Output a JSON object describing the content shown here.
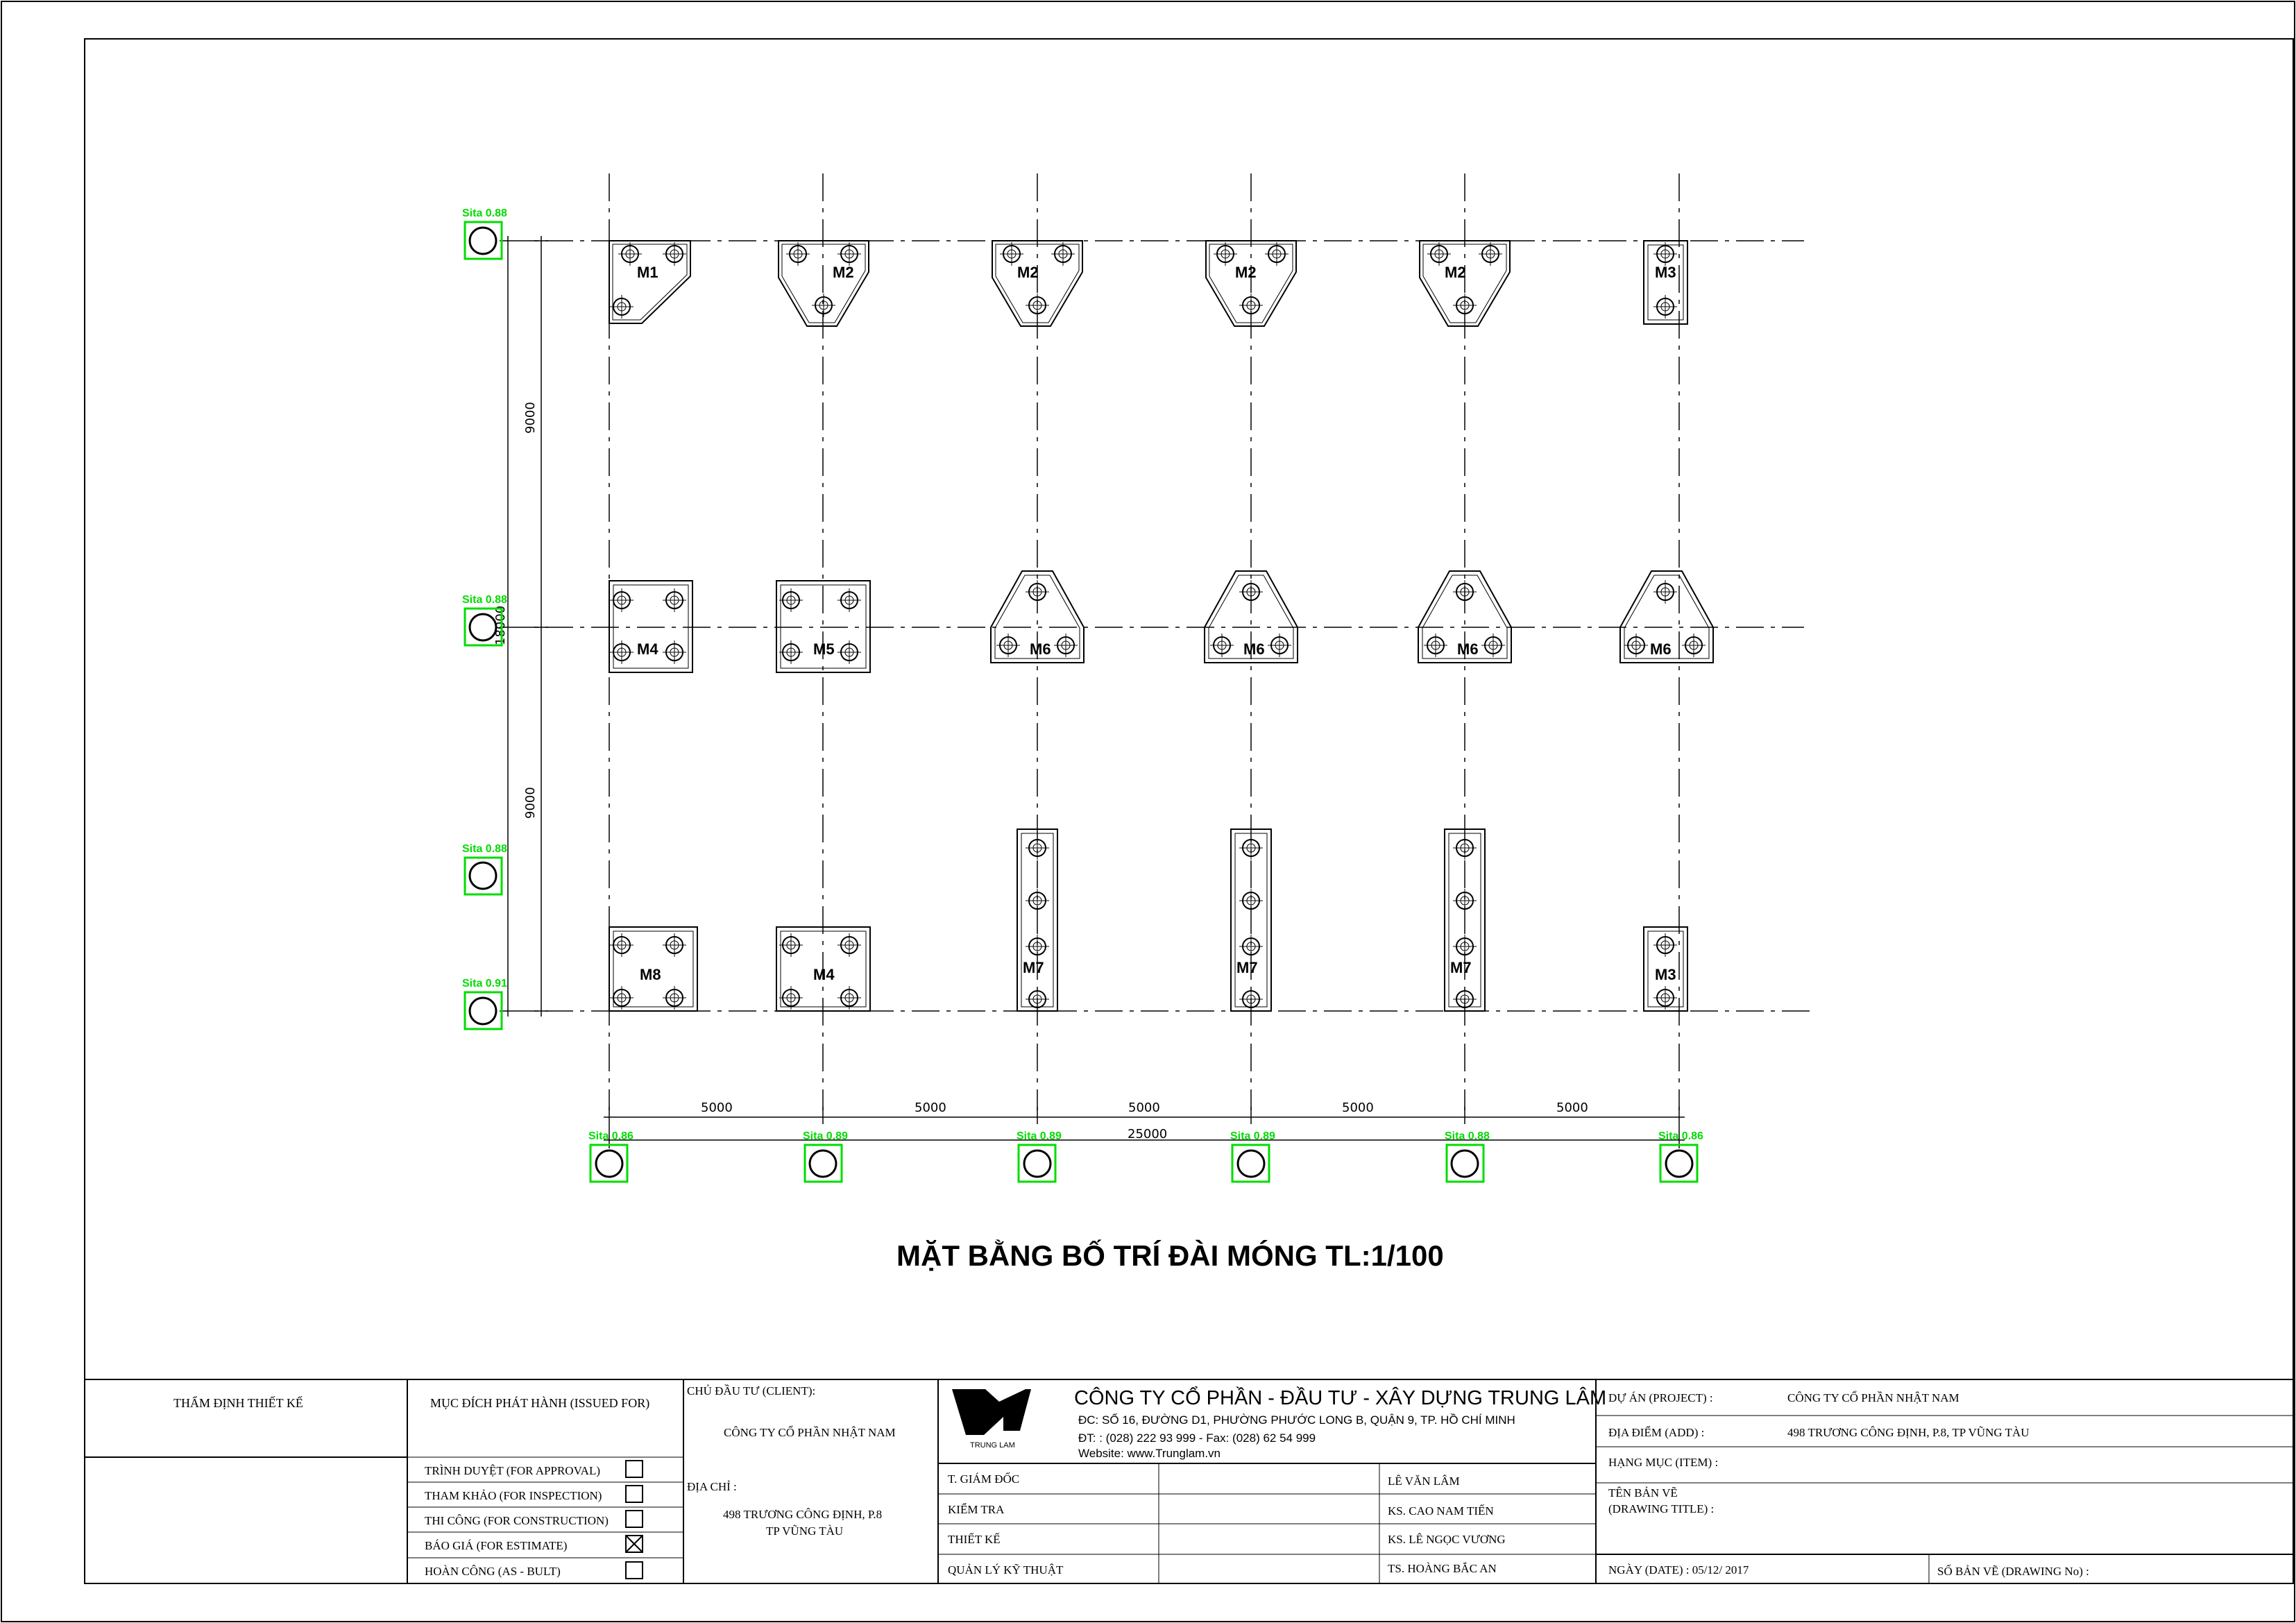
{
  "drawing": {
    "title": "MẶT BẰNG BỐ TRÍ ĐÀI MÓNG TL:1/100",
    "pile_labels": {
      "left": [
        "Sita 0.88",
        "Sita 0.88",
        "Sita 0.88",
        "Sita 0.91"
      ],
      "bottom": [
        "Sita 0.86",
        "Sita 0.89",
        "Sita 0.89",
        "Sita 0.89",
        "Sita 0.88",
        "Sita 0.86"
      ]
    },
    "grid_dimensions": {
      "vertical_spans": [
        "9000",
        "9000",
        "18000"
      ],
      "horizontal_spans": [
        "5000",
        "5000",
        "5000",
        "5000",
        "5000"
      ],
      "total": "25000"
    },
    "foundations": {
      "M1": "M1",
      "M2": "M2",
      "M3": "M3",
      "M4": "M4",
      "M5": "M5",
      "M6": "M6",
      "M7": "M7",
      "M8": "M8"
    }
  },
  "title_block": {
    "approval_header": "THẨM ĐỊNH THIẾT KẾ",
    "issued_header": "MỤC ĐÍCH PHÁT HÀNH (ISSUED FOR)",
    "issued_options": [
      {
        "label": "TRÌNH DUYỆT (FOR APPROVAL)",
        "checked": false
      },
      {
        "label": "THAM KHẢO (FOR INSPECTION)",
        "checked": false
      },
      {
        "label": "THI CÔNG (FOR CONSTRUCTION)",
        "checked": false
      },
      {
        "label": "BÁO GIÁ (FOR ESTIMATE)",
        "checked": true
      },
      {
        "label": "HOÀN CÔNG (AS - BULT)",
        "checked": false
      }
    ],
    "client_label": "CHỦ ĐẦU TƯ (CLIENT):",
    "client_name": "CÔNG TY CỔ PHẦN NHẬT NAM",
    "address_label": "ĐỊA CHỈ :",
    "client_address_1": "498 TRƯƠNG CÔNG ĐỊNH, P.8",
    "client_address_2": "TP VŨNG TÀU",
    "logo_text": "TRUNG LAM",
    "company_name": "CÔNG TY CỔ PHẦN - ĐẦU TƯ - XÂY DỰNG TRUNG LÂM",
    "company_address": "ĐC: SỐ 16, ĐƯỜNG D1, PHƯỜNG PHƯỚC LONG B, QUẬN 9, TP. HỒ CHÍ MINH",
    "company_phone": "ĐT:     : (028) 222 93 999 - Fax: (028) 62 54 999",
    "company_web": "Website: www.Trunglam.vn",
    "staff": [
      {
        "role": "T. GIÁM ĐỐC",
        "name": "LÊ VĂN LÂM"
      },
      {
        "role": "KIỂM TRA",
        "name": "KS. CAO NAM TIẾN"
      },
      {
        "role": "THIẾT KẾ",
        "name": "KS. LÊ NGỌC VƯƠNG"
      },
      {
        "role": "QUẢN LÝ KỸ THUẬT",
        "name": "TS. HOÀNG BẮC AN"
      }
    ],
    "project_label": "DỰ ÁN (PROJECT) :",
    "project_value": "CÔNG TY CỔ PHẦN NHẬT NAM",
    "location_label": "ĐỊA ĐIỂM (ADD) :",
    "location_value": "498 TRƯƠNG CÔNG ĐỊNH, P.8, TP  VŨNG TÀU",
    "item_label": "HẠNG MỤC (ITEM) :",
    "drawing_title_label_1": "TÊN BẢN VẼ",
    "drawing_title_label_2": "(DRAWING TITLE) :",
    "date_label": "NGÀY (DATE) : 05/12/ 2017",
    "drawing_no_label": "SỐ BẢN VẼ (DRAWING No) :"
  },
  "colors": {
    "pile_marker": "#00dd00",
    "line": "#000000"
  }
}
